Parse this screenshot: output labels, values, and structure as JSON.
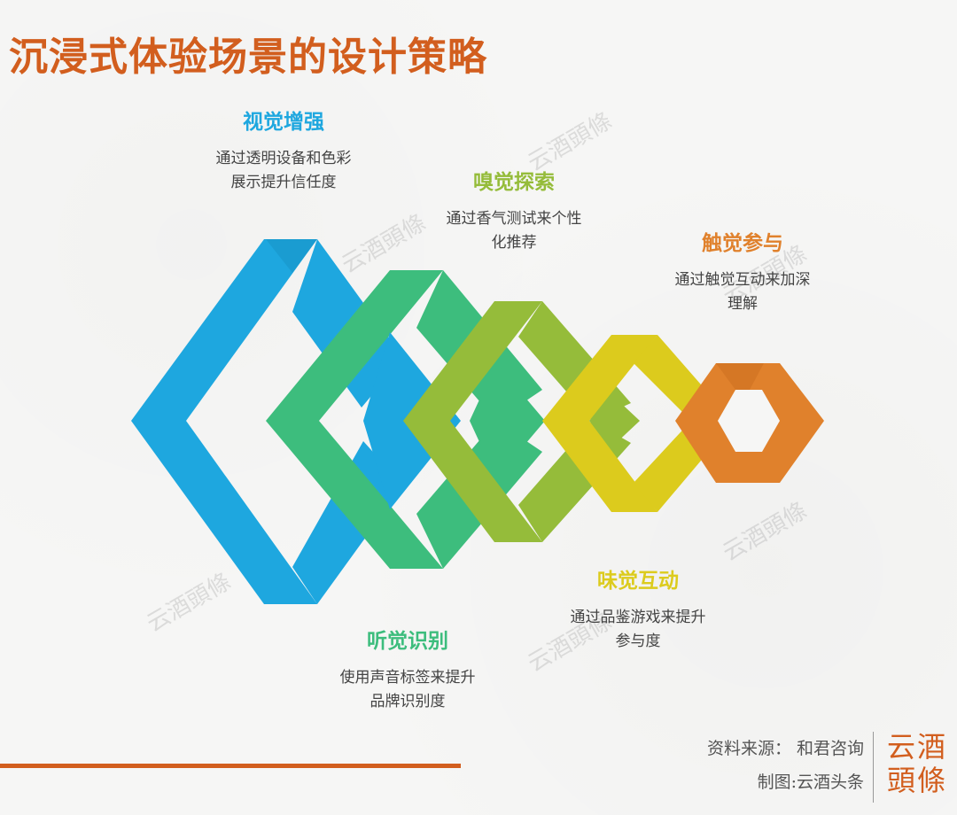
{
  "title": "沉浸式体验场景的设计策略",
  "colors": {
    "blue": "#1ea7df",
    "green": "#3dbd7d",
    "lime": "#95bc3a",
    "yellow": "#dccb1d",
    "orange": "#e0812c",
    "accent": "#d25e1e"
  },
  "strategies": [
    {
      "name": "视觉增强",
      "desc_line1": "通过透明设备和色彩",
      "desc_line2": "展示提升信任度",
      "color": "#1ea7df"
    },
    {
      "name": "听觉识别",
      "desc_line1": "使用声音标签来提升",
      "desc_line2": "品牌识别度",
      "color": "#3dbd7d"
    },
    {
      "name": "嗅觉探索",
      "desc_line1": "通过香气测试来个性",
      "desc_line2": "化推荐",
      "color": "#95bc3a"
    },
    {
      "name": "味觉互动",
      "desc_line1": "通过品鉴游戏来提升",
      "desc_line2": "参与度",
      "color": "#dccb1d"
    },
    {
      "name": "触觉参与",
      "desc_line1": "通过触觉互动来加深",
      "desc_line2": "理解",
      "color": "#e0812c"
    }
  ],
  "watermark": "云酒頭條",
  "source": {
    "line1": "资料来源： 和君咨询",
    "line2": "制图:云酒头条"
  },
  "logo": {
    "line1": "云酒",
    "line2": "頭條"
  }
}
